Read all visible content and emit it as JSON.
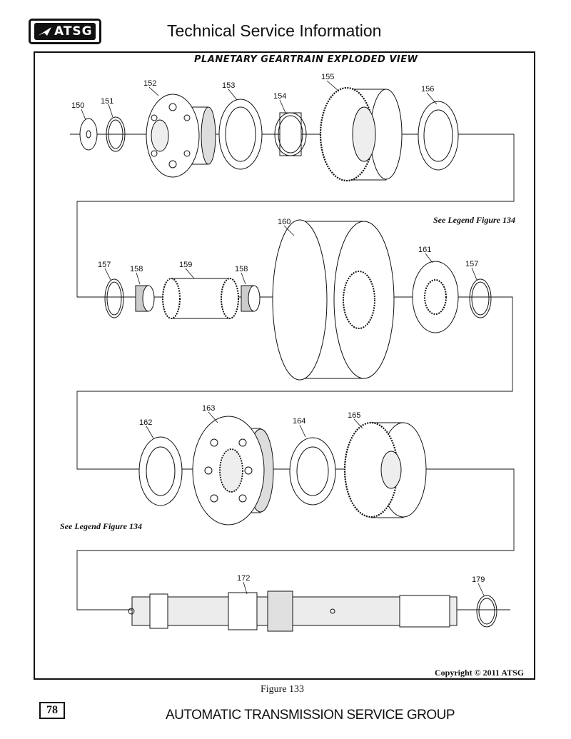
{
  "header": {
    "logo_text": "ATSG",
    "title": "Technical Service Information"
  },
  "diagram": {
    "title": "PLANETARY GEARTRAIN EXPLODED VIEW",
    "legend_note_1": "See Legend Figure 134",
    "legend_note_2": "See Legend Figure 134",
    "part_labels": {
      "p150": "150",
      "p151": "151",
      "p152": "152",
      "p153": "153",
      "p154": "154",
      "p155": "155",
      "p156": "156",
      "p157a": "157",
      "p158a": "158",
      "p159": "159",
      "p158b": "158",
      "p160": "160",
      "p161": "161",
      "p157b": "157",
      "p162": "162",
      "p163": "163",
      "p164": "164",
      "p165": "165",
      "p172": "172",
      "p179": "179"
    },
    "copyright": "Copyright © 2011 ATSG"
  },
  "footer": {
    "figure_caption": "Figure 133",
    "page_number": "78",
    "company": "AUTOMATIC TRANSMISSION SERVICE GROUP"
  }
}
